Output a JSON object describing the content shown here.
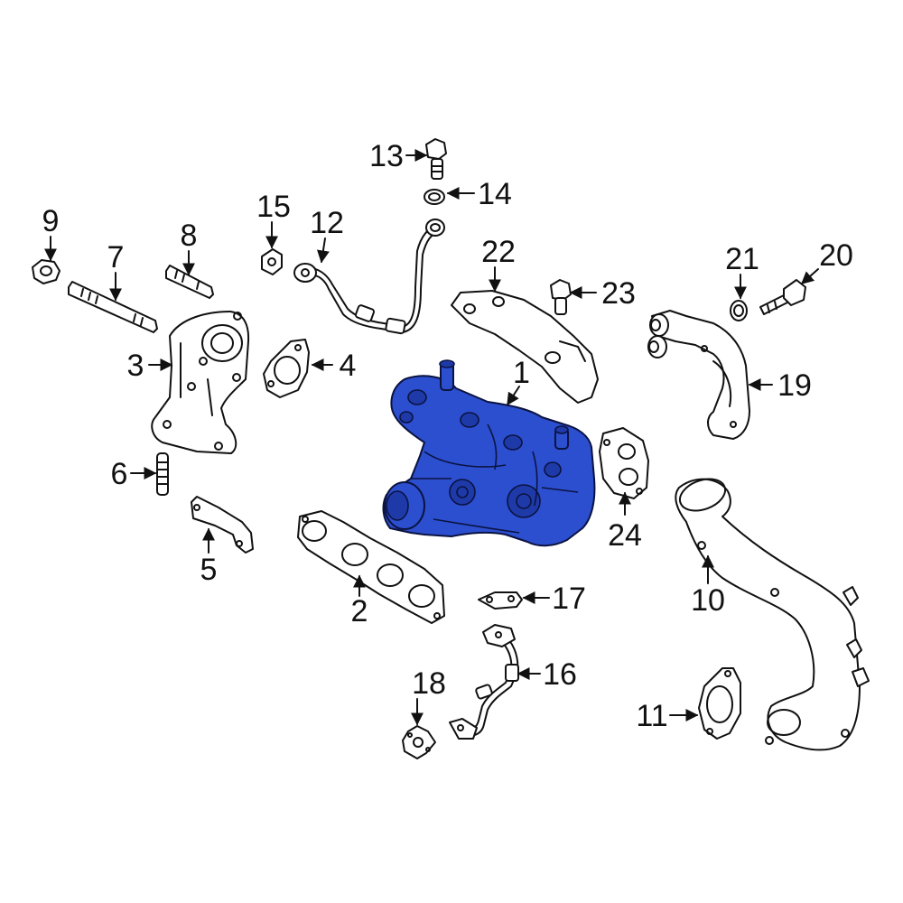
{
  "colors": {
    "highlight": "#2c4fd0",
    "line": "#111111",
    "background": "#ffffff"
  },
  "callouts": [
    {
      "id": "1",
      "text": "1"
    },
    {
      "id": "2",
      "text": "2"
    },
    {
      "id": "3",
      "text": "3"
    },
    {
      "id": "4",
      "text": "4"
    },
    {
      "id": "5",
      "text": "5"
    },
    {
      "id": "6",
      "text": "6"
    },
    {
      "id": "7",
      "text": "7"
    },
    {
      "id": "8",
      "text": "8"
    },
    {
      "id": "9",
      "text": "9"
    },
    {
      "id": "10",
      "text": "10"
    },
    {
      "id": "11",
      "text": "11"
    },
    {
      "id": "12",
      "text": "12"
    },
    {
      "id": "13",
      "text": "13"
    },
    {
      "id": "14",
      "text": "14"
    },
    {
      "id": "15",
      "text": "15"
    },
    {
      "id": "16",
      "text": "16"
    },
    {
      "id": "17",
      "text": "17"
    },
    {
      "id": "18",
      "text": "18"
    },
    {
      "id": "19",
      "text": "19"
    },
    {
      "id": "20",
      "text": "20"
    },
    {
      "id": "21",
      "text": "21"
    },
    {
      "id": "22",
      "text": "22"
    },
    {
      "id": "23",
      "text": "23"
    },
    {
      "id": "24",
      "text": "24"
    }
  ]
}
